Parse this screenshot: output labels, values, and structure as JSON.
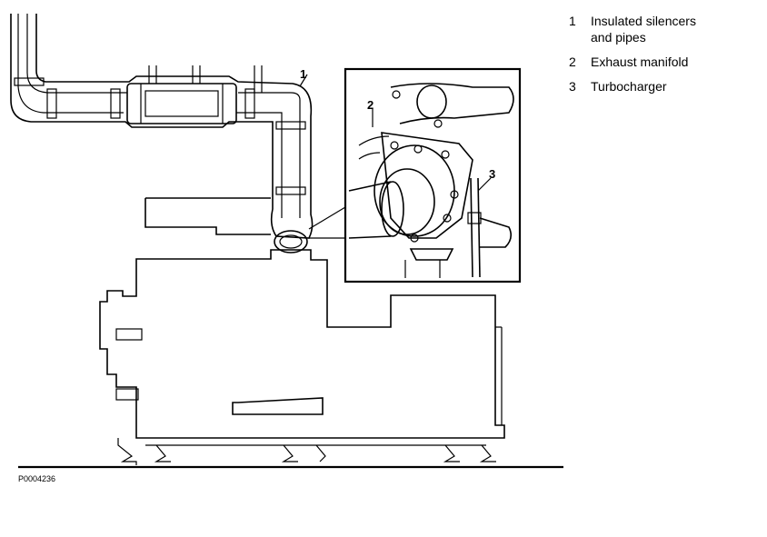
{
  "legend": {
    "items": [
      {
        "number": "1",
        "label": "Insulated silencers\nand pipes"
      },
      {
        "number": "2",
        "label": "Exhaust manifold"
      },
      {
        "number": "3",
        "label": "Turbocharger"
      }
    ]
  },
  "callouts": {
    "c1": "1",
    "c2": "2",
    "c3": "3"
  },
  "figure_code": "P0004236"
}
